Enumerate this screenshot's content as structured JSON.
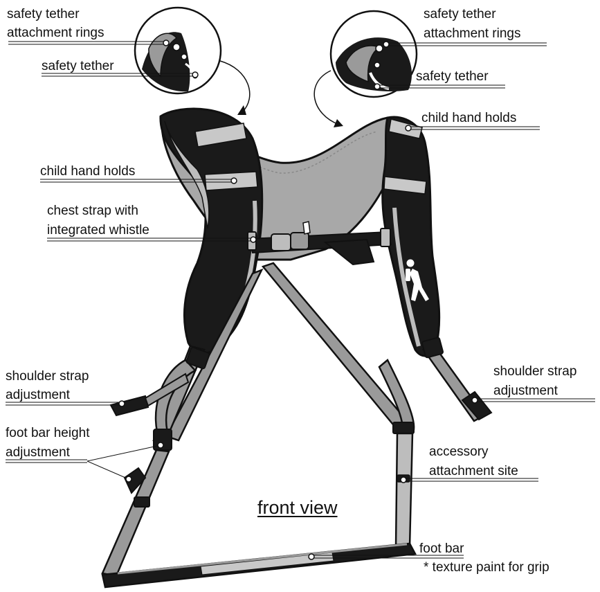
{
  "title": "front view",
  "labels": {
    "tether_rings_left_1": "safety tether",
    "tether_rings_left_2": "attachment rings",
    "tether_left": "safety tether",
    "tether_rings_right_1": "safety tether",
    "tether_rings_right_2": "attachment rings",
    "tether_right": "safety tether",
    "hand_holds_right": "child hand holds",
    "hand_holds_left": "child hand holds",
    "chest_strap_1": "chest strap with",
    "chest_strap_2": "integrated whistle",
    "shoulder_adj_left_1": "shoulder strap",
    "shoulder_adj_left_2": "adjustment",
    "shoulder_adj_right_1": "shoulder strap",
    "shoulder_adj_right_2": "adjustment",
    "foot_bar_height_1": "foot bar height",
    "foot_bar_height_2": "adjustment",
    "accessory_1": "accessory",
    "accessory_2": "attachment site",
    "foot_bar_1": "foot bar",
    "foot_bar_2": "* texture paint for grip"
  },
  "colors": {
    "outline": "#111111",
    "dark_pad": "#1a1a1a",
    "mid_gray": "#9a9a9a",
    "light_gray": "#bdbdbd",
    "reflective": "#c8c8c8"
  }
}
